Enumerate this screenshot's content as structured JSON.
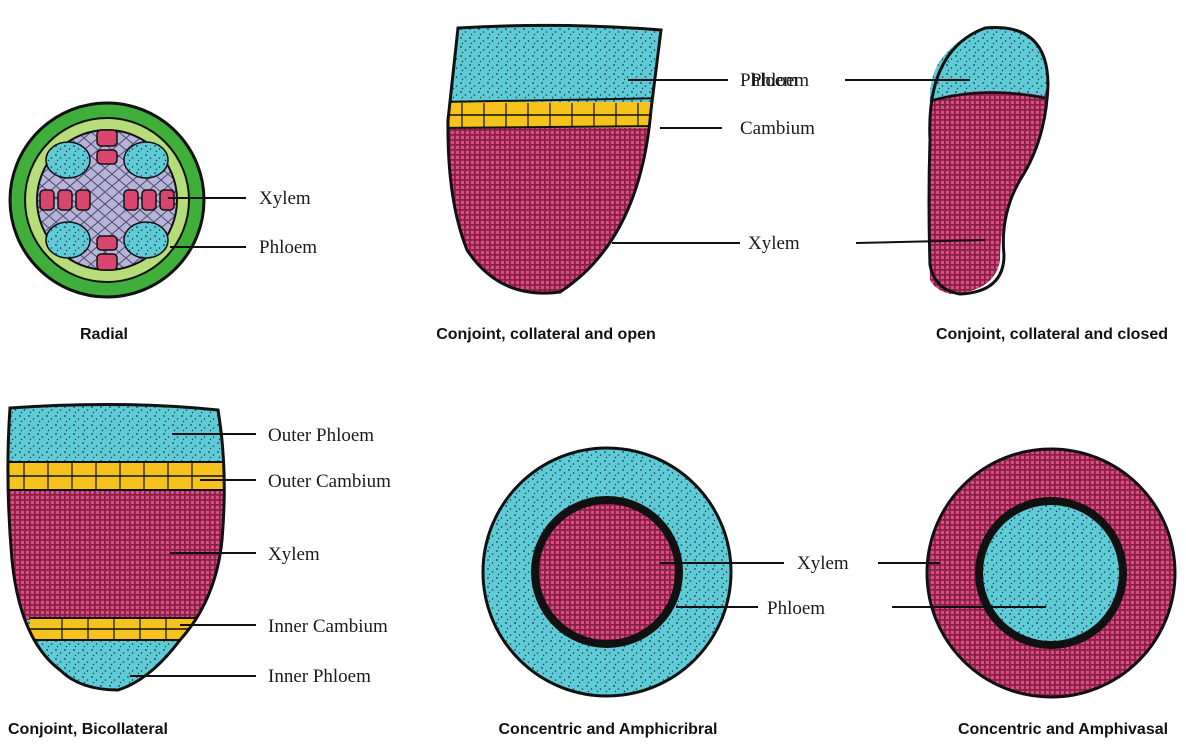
{
  "colors": {
    "phloem": "#5fcbd6",
    "xylem": "#9c2350",
    "xylem_grid": "#e05a8a",
    "cambium": "#f6c21c",
    "epidermis": "#3fae3a",
    "endodermis": "#b7dc7a",
    "pith": "#b7b4d8",
    "outline": "#111111"
  },
  "diagrams": {
    "radial": {
      "caption": "Radial",
      "labels": {
        "xylem": "Xylem",
        "phloem": "Phloem"
      }
    },
    "open": {
      "caption": "Conjoint, collateral and open",
      "labels": {
        "phloem": "Phloem",
        "cambium": "Cambium",
        "xylem": "Xylem"
      }
    },
    "closed": {
      "caption": "Conjoint, collateral and closed",
      "labels": {
        "phloem": "Phloem",
        "xylem": "Xylem"
      }
    },
    "bicollateral": {
      "caption": "Conjoint, Bicollateral",
      "labels": {
        "outer_phloem": "Outer Phloem",
        "outer_cambium": "Outer Cambium",
        "xylem": "Xylem",
        "inner_cambium": "Inner Cambium",
        "inner_phloem": "Inner Phloem"
      }
    },
    "amphicribral": {
      "caption": "Concentric and Amphicribral",
      "labels": {
        "xylem": "Xylem",
        "phloem": "Phloem"
      }
    },
    "amphivasal": {
      "caption": "Concentric and Amphivasal",
      "labels": {
        "xylem": "Xylem",
        "phloem": "Phloem"
      }
    }
  }
}
